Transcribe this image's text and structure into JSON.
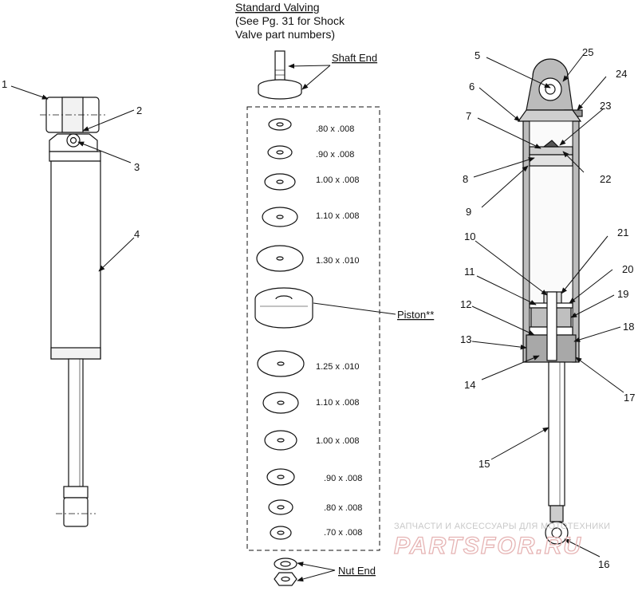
{
  "header": {
    "line1": "Standard Valving",
    "line2": "(See Pg. 31 for Shock",
    "line3": "Valve part numbers)"
  },
  "labels": {
    "shaft_end": "Shaft End",
    "piston": "Piston**",
    "nut_end": "Nut End"
  },
  "shims_upper": [
    ".80 x .008",
    ".90 x .008",
    "1.00 x .008",
    "1.10 x .008",
    "1.30 x .010"
  ],
  "shims_lower": [
    "1.25 x .010",
    "1.10 x .008",
    "1.00 x .008",
    ".90 x .008",
    ".80 x .008",
    ".70 x .008"
  ],
  "callouts": [
    "1",
    "2",
    "3",
    "4",
    "5",
    "6",
    "7",
    "8",
    "9",
    "10",
    "11",
    "12",
    "13",
    "14",
    "15",
    "16",
    "17",
    "18",
    "19",
    "20",
    "21",
    "22",
    "23",
    "24",
    "25"
  ],
  "watermark": {
    "top": "ЗАПЧАСТИ И АКСЕССУАРЫ ДЛЯ МОТОТЕХНИКИ",
    "logo": "PARTSFOR.RU"
  }
}
